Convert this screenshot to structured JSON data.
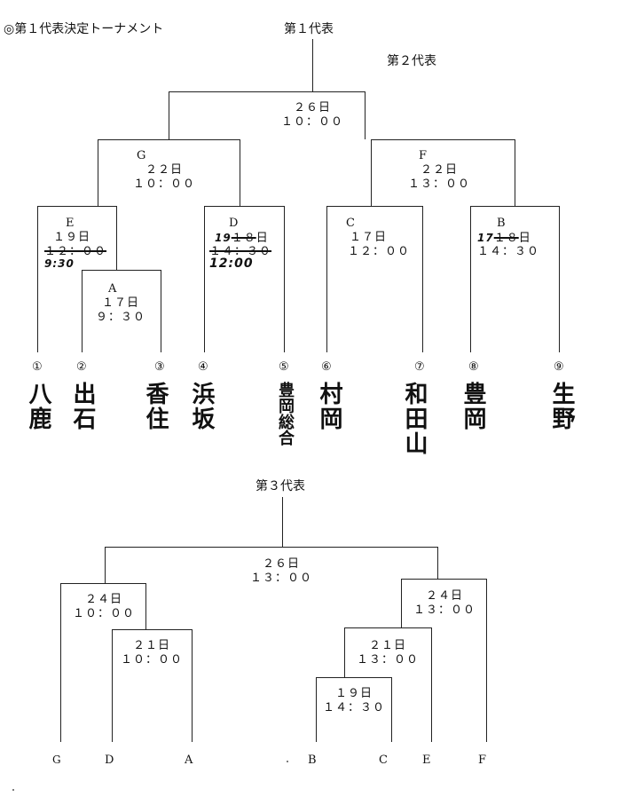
{
  "header": {
    "title": "◎第１代表決定トーナメント"
  },
  "bracket1": {
    "rep1_label": "第１代表",
    "rep2_label": "第２代表",
    "final": {
      "date": "２６日",
      "time": "１０：００"
    },
    "G": {
      "letter": "G",
      "date": "２２日",
      "time": "１０：００"
    },
    "F": {
      "letter": "F",
      "date": "２２日",
      "time": "１３：００"
    },
    "E": {
      "letter": "E",
      "date": "１９日",
      "time_struck": "１２：００",
      "time_new": "9:30"
    },
    "D": {
      "letter": "D",
      "date_new": "19",
      "date_old": "１８",
      "date_suffix": "日",
      "time_struck": "１４：３０",
      "time_new": "12:00"
    },
    "C": {
      "letter": "C",
      "date": "１７日",
      "time": "１２：００"
    },
    "B": {
      "letter": "B",
      "date_new": "17",
      "date_old": "１８",
      "date_suffix": "日",
      "time": "１４：３０"
    },
    "A": {
      "letter": "A",
      "date": "１７日",
      "time": "９：３０"
    },
    "teams": [
      {
        "num": "①",
        "name": "八鹿"
      },
      {
        "num": "②",
        "name": "出石"
      },
      {
        "num": "③",
        "name": "香住"
      },
      {
        "num": "④",
        "name": "浜坂"
      },
      {
        "num": "⑤",
        "name": "豊岡総合"
      },
      {
        "num": "⑥",
        "name": "村岡"
      },
      {
        "num": "⑦",
        "name": "和田山"
      },
      {
        "num": "⑧",
        "name": "豊岡"
      },
      {
        "num": "⑨",
        "name": "生野"
      }
    ]
  },
  "bracket2": {
    "rep3_label": "第３代表",
    "final": {
      "date": "２６日",
      "time": "１３：００"
    },
    "left_semi": {
      "date": "２４日",
      "time": "１０：００"
    },
    "left_qf": {
      "date": "２１日",
      "time": "１０：００"
    },
    "right_semi": {
      "date": "２４日",
      "time": "１３：００"
    },
    "right_qf": {
      "date": "２１日",
      "time": "１３：００"
    },
    "right_r1": {
      "date": "１９日",
      "time": "１４：３０"
    },
    "slots": [
      "G",
      "D",
      "A",
      "B",
      "C",
      "E",
      "F"
    ]
  }
}
